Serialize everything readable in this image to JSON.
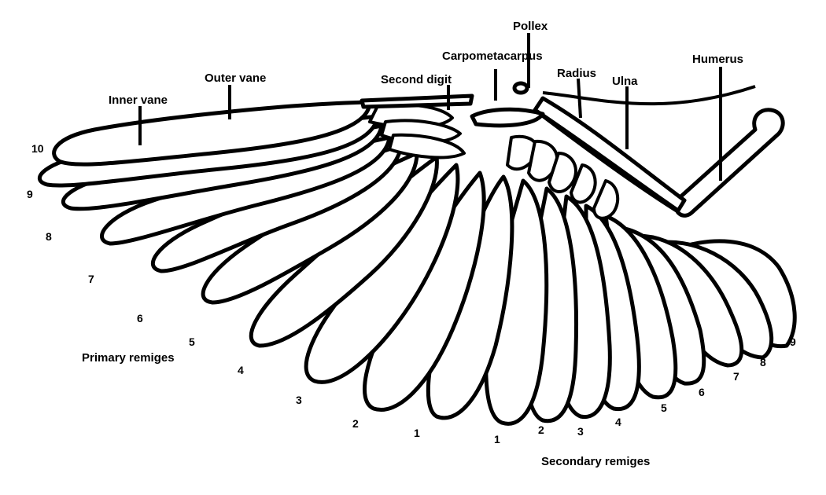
{
  "labels": {
    "inner_vane": "Inner vane",
    "outer_vane": "Outer vane",
    "second_digit": "Second digit",
    "carpometacarpus": "Carpometacarpus",
    "pollex": "Pollex",
    "radius": "Radius",
    "ulna": "Ulna",
    "humerus": "Humerus",
    "primary_remiges": "Primary remiges",
    "secondary_remiges": "Secondary remiges"
  },
  "primary_numbers": [
    "10",
    "9",
    "8",
    "7",
    "6",
    "5",
    "4",
    "3",
    "2",
    "1"
  ],
  "secondary_numbers": [
    "1",
    "2",
    "3",
    "4",
    "5",
    "6",
    "7",
    "8",
    "9"
  ]
}
